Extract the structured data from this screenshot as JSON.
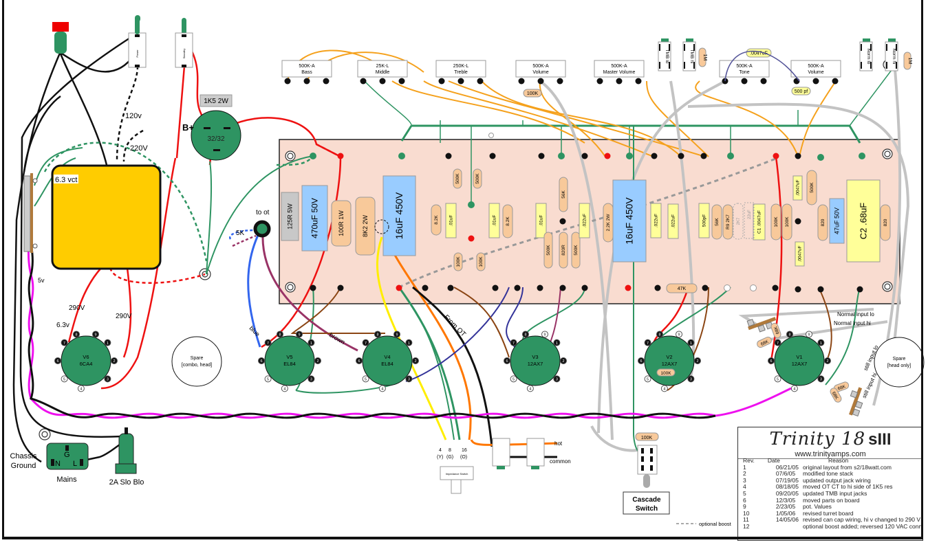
{
  "title_block": {
    "model": "Trinity 18",
    "series": "sIII",
    "url": "www.trinityamps.com",
    "headers": [
      "Rev.",
      "Date",
      "Reason"
    ],
    "revisions": [
      {
        "rev": "1",
        "date": "06/21/05",
        "reason": "original layout from s2/18watt.com"
      },
      {
        "rev": "2",
        "date": "07/6/05",
        "reason": "modified tone stack"
      },
      {
        "rev": "3",
        "date": "07/19/05",
        "reason": "updated output jack wiring"
      },
      {
        "rev": "4",
        "date": "08/18/05",
        "reason": "moved OT CT to hi side of 1K5 res"
      },
      {
        "rev": "5",
        "date": "09/20/05",
        "reason": "updated TMB input jacks"
      },
      {
        "rev": "6",
        "date": "12/3/05",
        "reason": "moved parts on board"
      },
      {
        "rev": "9",
        "date": "2/23/05",
        "reason": "pot. Values"
      },
      {
        "rev": "10",
        "date": "1/05/06",
        "reason": "revised turret board"
      },
      {
        "rev": "11",
        "date": "14/05/06",
        "reason": "revised can cap wiring, hi v changed to 290 V"
      },
      {
        "rev": "12",
        "date": "",
        "reason": "optional boost added; reversed 120 VAC conn."
      }
    ]
  },
  "pots": [
    {
      "value": "500K-A",
      "name": "Bass"
    },
    {
      "value": "25K-L",
      "name": "Middle"
    },
    {
      "value": "250K-L",
      "name": "Treble"
    },
    {
      "value": "500K-A",
      "name": "Volume"
    },
    {
      "value": "500K-A",
      "name": "Master Volume"
    },
    {
      "value": "500K-A",
      "name": "Tone"
    },
    {
      "value": "500K-A",
      "name": "Volume"
    }
  ],
  "jacks": {
    "tmb_lo": "TMB lo",
    "tmb_hi": "TMB hi",
    "norm_lo": "Norm lo",
    "norm_hi": "Norm hi",
    "resistor_1m": "1M",
    "cap_0047": ".0047uF",
    "cap_500pf": "500 pf",
    "res_100k_volume": "100K"
  },
  "switches": {
    "power": "Power",
    "standby": "Standby",
    "impedance": "Impedance Switch",
    "cascade": "Cascade Switch",
    "imp_taps": [
      {
        "ohm": "4",
        "col": "(Y)"
      },
      {
        "ohm": "8",
        "col": "(G)"
      },
      {
        "ohm": "16",
        "col": "(O)"
      }
    ]
  },
  "power": {
    "pilot_lamp": "pilot-lamp",
    "transformer_label": "6.3 vct",
    "v120": "120v",
    "v220": "220V",
    "v5": "5v",
    "v63": "6.3v",
    "hv_left": "290V",
    "hv_right": "290V",
    "res_1k5": "1K5 2W",
    "bplus": "B+",
    "can_cap": "32/32",
    "to_ot": "to ot",
    "r5k": "5K",
    "blue_label": "blue",
    "brown_label": "brown",
    "from_ot": "From OT",
    "chassis_ground": "Chassis Ground",
    "mains": "Mains",
    "fuse": "2A Slo Blo",
    "mains_pins": [
      "G",
      "N",
      "L"
    ]
  },
  "board": {
    "left": [
      {
        "label": "125R 5W",
        "kind": "res-gray"
      },
      {
        "label": "470uF 50V",
        "kind": "ecap"
      },
      {
        "label": "100R 1W",
        "kind": "res"
      },
      {
        "label": "8K2 2W",
        "kind": "res"
      },
      {
        "label": "16uF 450V",
        "kind": "ecap-big"
      }
    ],
    "small": {
      "r82k_a": "8.2K",
      "c01_a": ".01uF",
      "r500k_a": "500K",
      "r500k_b": "500K",
      "r100k_a": "100K",
      "r100k_b": "100K",
      "c01_b": ".01uF",
      "r82k_b": "8.2K",
      "c01_c": ".01uF",
      "r56k": "56K",
      "r500k_c": "500K",
      "r820": "820R",
      "r500k_d": "500K",
      "c022_a": ".022uF",
      "r22k": "2.2K 2W",
      "cap16": "16uF 450V",
      "c022_b": ".022uF",
      "c022_c": ".022uF",
      "c500pf": "500pF",
      "r56k_b": "56K",
      "r9": "R9 2K7",
      "opt_r": "2K7",
      "opt_c": "22uF",
      "c1": "C1 .0047uF",
      "r100k_c": "100K",
      "r100k_d": "100K",
      "c0047_a": ".0047uF",
      "r500k_e": "500K",
      "c0047_b": ".0047uF",
      "r820_b": "820",
      "cap47": "47uF 50V",
      "c2": "C2 .68uF",
      "r820_c": "820",
      "r47k": "47K"
    }
  },
  "tubes": [
    {
      "name": "V6",
      "type": "6CA4"
    },
    {
      "name": "V5",
      "type": "EL84"
    },
    {
      "name": "V4",
      "type": "EL84"
    },
    {
      "name": "V3",
      "type": "12AX7"
    },
    {
      "name": "V2",
      "type": "12AX7"
    },
    {
      "name": "V1",
      "type": "12AX7"
    }
  ],
  "tube_extras": {
    "v2_res": "100K",
    "v1_res_a": "68K",
    "v1_res_b": "68K",
    "in_res_a": "68K",
    "in_res_b": "68K"
  },
  "spares": [
    {
      "title": "Spare",
      "note": "[combo, head]"
    },
    {
      "title": "Spare",
      "note": "[head only]"
    }
  ],
  "wiring_labels": {
    "normal_lo": "Normal input lo",
    "normal_hi": "Normal input hi",
    "still_lo": "still input lo",
    "still_hi": "still input hi",
    "hot": "hot",
    "common": "common",
    "cascade_res": "100K",
    "optional_boost": "optional boost"
  },
  "colors": {
    "board": "#f9dcd0",
    "green": "#2e9462",
    "red": "#ee1111",
    "orange": "#f5a11c",
    "yellow_trans": "#ffcc00",
    "resistor": "#f8c99a",
    "film_cap": "#ffff99",
    "ecap": "#99ccff",
    "gray_wire": "#c0c0c0",
    "magenta": "#ee11ee"
  }
}
